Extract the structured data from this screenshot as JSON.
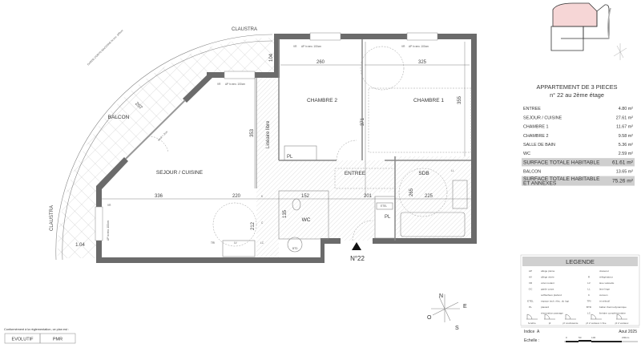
{
  "plan": {
    "rooms": {
      "chambre2": "CHAMBRE 2",
      "chambre1": "CHAMBRE 1",
      "sejour": "SEJOUR / CUISINE",
      "balcon": "BALCON",
      "entree": "ENTREE",
      "sdb": "SDB",
      "wc": "WC",
      "pl1": "PL",
      "pl2": "PL",
      "etel": "ETEL",
      "lineaire": "Linéaire libre",
      "unit_number": "N°22"
    },
    "annotations": {
      "claustra_top": "CLAUSTRA",
      "claustra_left": "CLAUSTRA",
      "garde_corps": "GARDE CORPS MACONNE ht env. 100cm",
      "vr": "VR",
      "ap_window": "AP h=env. 100cm",
      "ap_left": "AP h=env. 100cm",
      "seuil": "seuil < 2cm",
      "fixtures": {
        "tri": "TRI",
        "lv": "LV",
        "lc": "LC",
        "k": "K",
        "c": "C",
        "btd": "BTD",
        "ll": "LL"
      }
    },
    "dimensions": {
      "d260": "260",
      "d325": "325",
      "d371": "371",
      "d355": "355",
      "d353": "353",
      "d336": "336",
      "d220": "220",
      "d152": "152",
      "d135": "135",
      "d212": "212",
      "d201": "201",
      "d265": "265",
      "d225": "225",
      "d104": "104",
      "d207": "207",
      "d1_04": "1.04"
    }
  },
  "summary": {
    "title": "APPARTEMENT DE 3 PIECES",
    "subtitle": "n° 22 au 2ème étage",
    "rows": [
      {
        "label": "ENTREE",
        "value": "4.80 m²"
      },
      {
        "label": "SEJOUR / CUISINE",
        "value": "27.61 m²"
      },
      {
        "label": "CHAMBRE 1",
        "value": "11.67 m²"
      },
      {
        "label": "CHAMBRE 2",
        "value": "9.58 m²"
      },
      {
        "label": "SALLE DE BAIN",
        "value": "5.36 m²"
      },
      {
        "label": "WC",
        "value": "2.59 m²"
      },
      {
        "label": "SURFACE TOTALE HABITABLE",
        "value": "61.61 m²"
      },
      {
        "label": "BALCON",
        "value": "13.65 m²"
      },
      {
        "label": "SURFACE TOTALE HABITABLE ET ANNEXES",
        "value": "75.26 m²"
      }
    ],
    "highlight_color": "#cfcfcf"
  },
  "legend": {
    "title": "LEGENDE",
    "left": [
      {
        "code": "AP",
        "text": "allège pleine"
      },
      {
        "code": "AV",
        "text": "allège vitrée"
      },
      {
        "code": "VR",
        "text": "volet roulant"
      },
      {
        "code": "GC",
        "text": "garde corps"
      },
      {
        "code": "",
        "text": "soffite/faux plafond"
      },
      {
        "code": "ETEL",
        "text": "espace tech. élec. du logt"
      },
      {
        "code": "PL",
        "text": "placard"
      },
      {
        "code": "",
        "text": "réservation passage"
      }
    ],
    "right": [
      {
        "code": "",
        "text": "dosseret"
      },
      {
        "code": "R",
        "text": "réfrigérateur"
      },
      {
        "code": "LV",
        "text": "lave vaisselle"
      },
      {
        "code": "LL",
        "text": "lave linge"
      },
      {
        "code": "C",
        "text": "cuisson"
      },
      {
        "code": "TRI",
        "text": "tri sélectif"
      },
      {
        "code": "BTD",
        "text": "ballon thermodynamique"
      },
      {
        "code": "LC",
        "text": "linéaire complémentaire"
      }
    ],
    "openings": [
      "fenêtre",
      "pf",
      "pf coulissante",
      "pf 2 vantaux 1 fixe",
      "pf 2 vantaux"
    ],
    "indice_label": "Indice",
    "indice": "A",
    "date": "Aout 2025",
    "scale_label": "Echelle :",
    "scale_ticks": [
      "0",
      "50",
      "100",
      "200cm"
    ]
  },
  "compliance": {
    "text": "Conformément à la réglementation, ce plan est :",
    "options": [
      "EVOLUTIF",
      "PMR"
    ]
  },
  "compass": {
    "n": "N",
    "e": "E",
    "s": "S",
    "o": "O"
  },
  "colors": {
    "wall": "#6b6b6b",
    "key_plan_highlight": "#f6d6d6"
  }
}
